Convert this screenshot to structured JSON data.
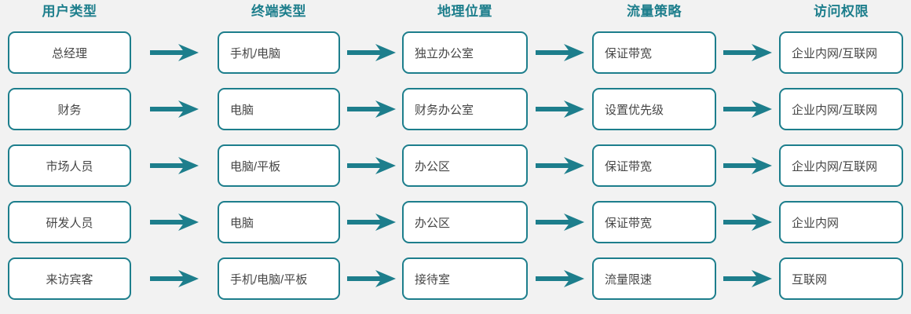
{
  "diagram": {
    "title_row": {
      "columns": [
        "用户类型",
        "终端类型",
        "地理位置",
        "流量策略",
        "访问权限"
      ]
    },
    "colors": {
      "accent": "#1d7e8c",
      "header_text": "#1d7e8c",
      "node_text": "#464646",
      "node_fill": "#ffffff",
      "background": "#f2f2f2",
      "arrow": "#1d7e8c"
    },
    "connector": {
      "icon": "right-arrow-icon",
      "count_per_row": 4
    },
    "rows": [
      {
        "user_type": "总经理",
        "terminal_type": "手机/电脑",
        "location": "独立办公室",
        "traffic_policy": "保证带宽",
        "access_right": "企业内网/互联网"
      },
      {
        "user_type": "财务",
        "terminal_type": "电脑",
        "location": "财务办公室",
        "traffic_policy": "设置优先级",
        "access_right": "企业内网/互联网"
      },
      {
        "user_type": "市场人员",
        "terminal_type": "电脑/平板",
        "location": "办公区",
        "traffic_policy": "保证带宽",
        "access_right": "企业内网/互联网"
      },
      {
        "user_type": "研发人员",
        "terminal_type": "电脑",
        "location": "办公区",
        "traffic_policy": "保证带宽",
        "access_right": "企业内网"
      },
      {
        "user_type": "来访宾客",
        "terminal_type": "手机/电脑/平板",
        "location": "接待室",
        "traffic_policy": "流量限速",
        "access_right": "互联网"
      }
    ]
  }
}
